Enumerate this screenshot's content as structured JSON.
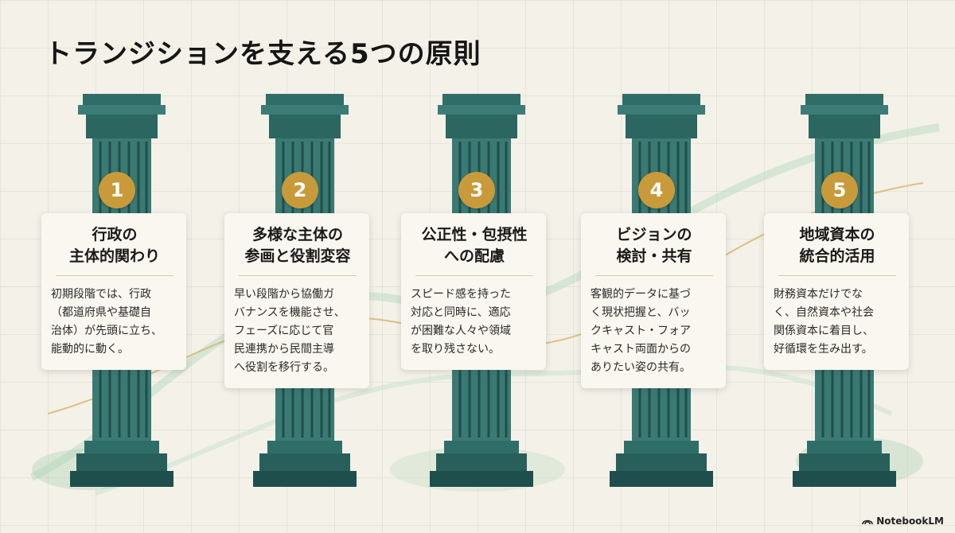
{
  "title": "トランジションを支える5つの原則",
  "principles": [
    {
      "number": "1",
      "heading": "行政の\n主体的関わり",
      "body": "初期段階では、行政\n（都道府県や基礎自\n治体）が先頭に立ち、\n能動的に動く。"
    },
    {
      "number": "2",
      "heading": "多様な主体の\n参画と役割変容",
      "body": "早い段階から協働ガ\nバナンスを機能させ、\nフェーズに応じて官\n民連携から民間主導\nへ役割を移行する。"
    },
    {
      "number": "3",
      "heading": "公正性・包摂性\nへの配慮",
      "body": "スピード感を持った\n対応と同時に、適応\nが困難な人々や領域\nを取り残さない。"
    },
    {
      "number": "4",
      "heading": "ビジョンの\n検討・共有",
      "body": "客観的データに基づ\nく現状把握と、バッ\nクキャスト・フォア\nキャスト両面からの\nありたい姿の共有。"
    },
    {
      "number": "5",
      "heading": "地域資本の\n統合的活用",
      "body": "財務資本だけでな\nく、自然資本や社会\n関係資本に着目し、\n好循環を生み出す。"
    }
  ],
  "brand": "NotebookLM",
  "colors": {
    "pillar": "#2f6e68",
    "pillar_dark": "#1f4f4c",
    "accent": "#c99a3a",
    "card": "#f9f7f0",
    "background": "#f3f1e8"
  }
}
